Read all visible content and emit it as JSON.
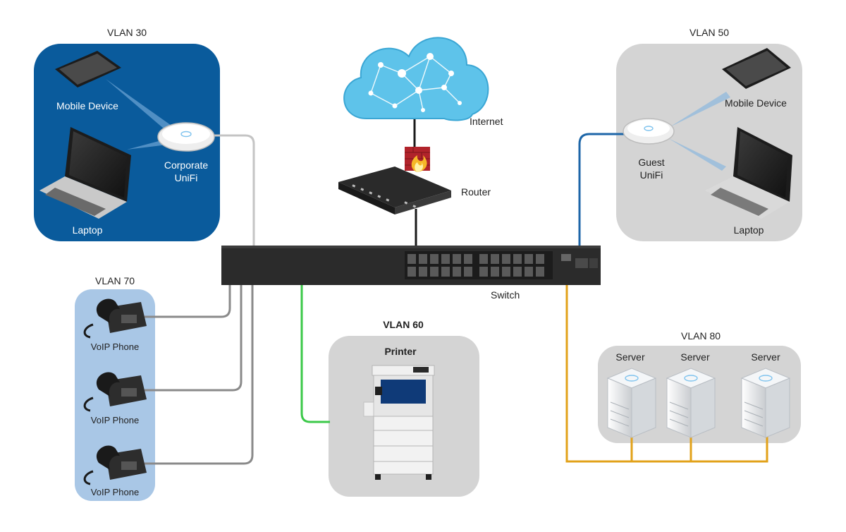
{
  "colors": {
    "vlan30_bg": "#0a5b9c",
    "vlan50_bg": "#d4d4d4",
    "vlan70_bg": "#a9c7e6",
    "vlan60_bg": "#d4d4d4",
    "vlan80_bg": "#d4d4d4",
    "link_gray": "#8a8a8a",
    "link_black": "#1a1a1a",
    "link_blue": "#1d66a8",
    "link_green": "#3cc94a",
    "link_gold": "#e2a21a",
    "cloud": "#5ec3ea"
  },
  "vlan30": {
    "title": "VLAN 30",
    "mobile": "Mobile Device",
    "ap_line1": "Corporate",
    "ap_line2": "UniFi",
    "laptop": "Laptop"
  },
  "vlan50": {
    "title": "VLAN 50",
    "mobile": "Mobile Device",
    "ap_line1": "Guest",
    "ap_line2": "UniFi",
    "laptop": "Laptop"
  },
  "vlan70": {
    "title": "VLAN 70",
    "phones": [
      "VoIP Phone",
      "VoIP Phone",
      "VoIP Phone"
    ]
  },
  "vlan60": {
    "title": "VLAN 60",
    "device": "Printer"
  },
  "vlan80": {
    "title": "VLAN 80",
    "servers": [
      "Server",
      "Server",
      "Server"
    ]
  },
  "core": {
    "internet": "Internet",
    "router": "Router",
    "switch": "Switch"
  }
}
